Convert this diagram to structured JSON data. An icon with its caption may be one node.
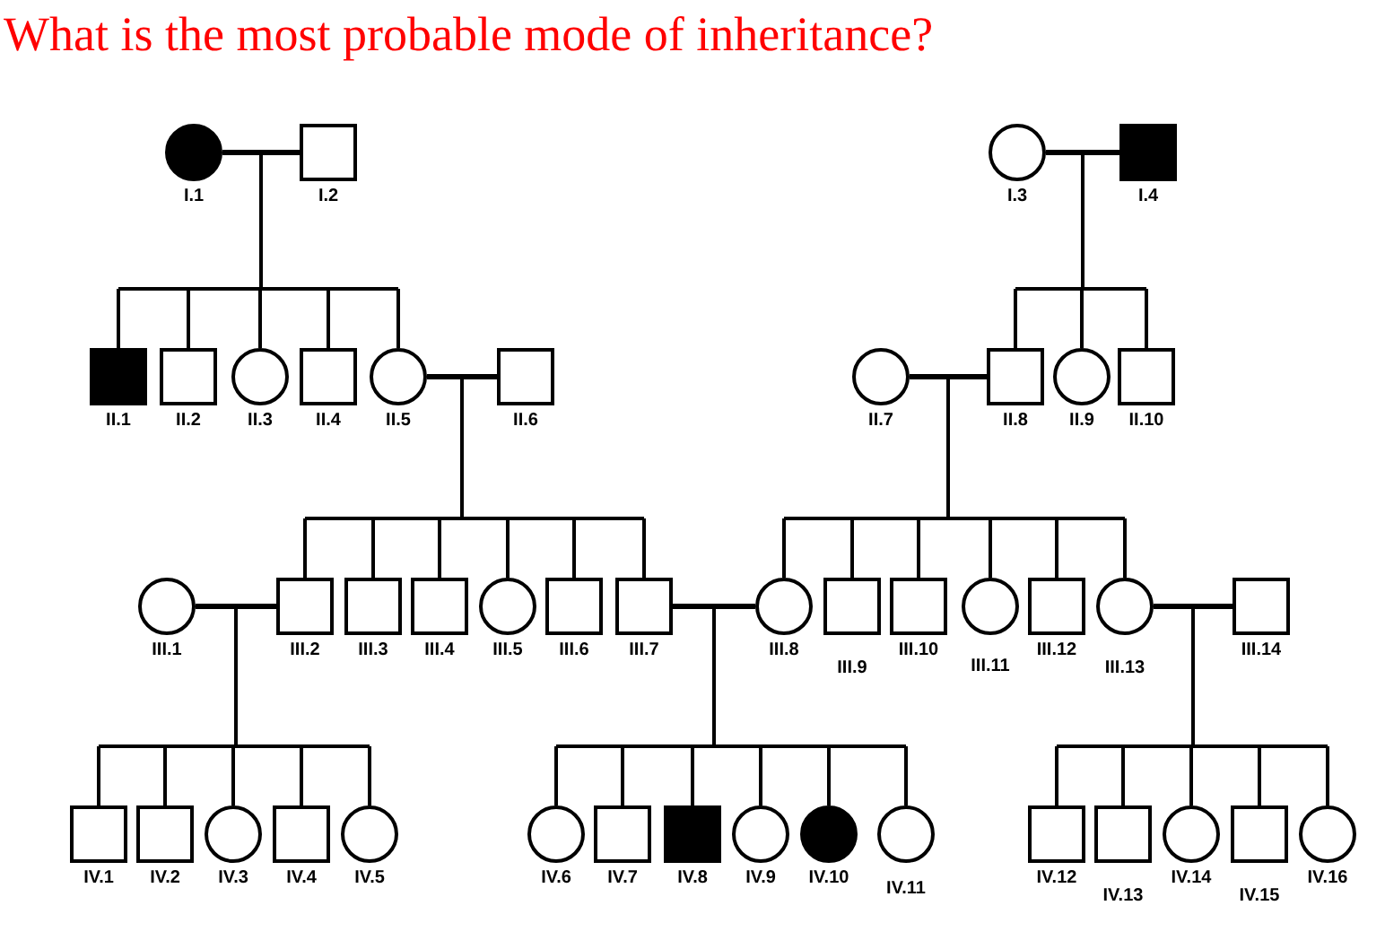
{
  "diagram": {
    "title": "What is the most probable mode of inheritance?",
    "nodes": [
      {
        "text": [
          "I.1"
        ]
      },
      {
        "text": [
          "I.2"
        ]
      },
      {
        "text": [
          "I.3"
        ]
      },
      {
        "text": [
          "I.4"
        ]
      },
      {
        "text": [
          "II.1"
        ]
      },
      {
        "text": [
          "II.2"
        ]
      },
      {
        "text": [
          "II.3"
        ]
      },
      {
        "text": [
          "II.4"
        ]
      },
      {
        "text": [
          "II.5"
        ]
      },
      {
        "text": [
          "II.6"
        ]
      },
      {
        "text": [
          "II.7"
        ]
      },
      {
        "text": [
          "II.8"
        ]
      },
      {
        "text": [
          "II.9"
        ]
      },
      {
        "text": [
          "II.10"
        ]
      },
      {
        "text": [
          "III.1"
        ]
      },
      {
        "text": [
          "III.2"
        ]
      },
      {
        "text": [
          "III.3"
        ]
      },
      {
        "text": [
          "III.4"
        ]
      },
      {
        "text": [
          "III.5"
        ]
      },
      {
        "text": [
          "III.6"
        ]
      },
      {
        "text": [
          "III.7"
        ]
      },
      {
        "text": [
          "III.8"
        ]
      },
      {
        "text": [
          "III.9"
        ]
      },
      {
        "text": [
          "III.10"
        ]
      },
      {
        "text": [
          "III.11"
        ]
      },
      {
        "text": [
          "III.12"
        ]
      },
      {
        "text": [
          "III.13"
        ]
      },
      {
        "text": [
          "III.14"
        ]
      },
      {
        "text": [
          "IV.1"
        ]
      },
      {
        "text": [
          "IV.2"
        ]
      },
      {
        "text": [
          "IV.3"
        ]
      },
      {
        "text": [
          "IV.4"
        ]
      },
      {
        "text": [
          "IV.5"
        ]
      },
      {
        "text": [
          "IV.6"
        ]
      },
      {
        "text": [
          "IV.7"
        ]
      },
      {
        "text": [
          "IV.8"
        ]
      },
      {
        "text": [
          "IV.9"
        ]
      },
      {
        "text": [
          "IV.10"
        ]
      },
      {
        "text": [
          "IV.11"
        ]
      },
      {
        "text": [
          "IV.12"
        ]
      },
      {
        "text": [
          "IV.13"
        ]
      },
      {
        "text": [
          "IV.14"
        ]
      },
      {
        "text": [
          "IV.15"
        ]
      },
      {
        "text": [
          "IV.16"
        ]
      }
    ],
    "edges": [
      {
        "from": 0,
        "to": 1,
        "arrow": "none"
      },
      {
        "from": 0,
        "to": 4,
        "arrow": "none"
      },
      {
        "from": 1,
        "to": 4,
        "arrow": "none"
      },
      {
        "from": 0,
        "to": 5,
        "arrow": "none"
      },
      {
        "from": 1,
        "to": 5,
        "arrow": "none"
      },
      {
        "from": 0,
        "to": 6,
        "arrow": "none"
      },
      {
        "from": 1,
        "to": 6,
        "arrow": "none"
      },
      {
        "from": 0,
        "to": 7,
        "arrow": "none"
      },
      {
        "from": 1,
        "to": 7,
        "arrow": "none"
      },
      {
        "from": 0,
        "to": 8,
        "arrow": "none"
      },
      {
        "from": 1,
        "to": 8,
        "arrow": "none"
      },
      {
        "from": 2,
        "to": 3,
        "arrow": "none"
      },
      {
        "from": 2,
        "to": 11,
        "arrow": "none"
      },
      {
        "from": 3,
        "to": 11,
        "arrow": "none"
      },
      {
        "from": 2,
        "to": 12,
        "arrow": "none"
      },
      {
        "from": 3,
        "to": 12,
        "arrow": "none"
      },
      {
        "from": 2,
        "to": 13,
        "arrow": "none"
      },
      {
        "from": 3,
        "to": 13,
        "arrow": "none"
      },
      {
        "from": 8,
        "to": 9,
        "arrow": "none"
      },
      {
        "from": 8,
        "to": 15,
        "arrow": "none"
      },
      {
        "from": 9,
        "to": 15,
        "arrow": "none"
      },
      {
        "from": 8,
        "to": 16,
        "arrow": "none"
      },
      {
        "from": 9,
        "to": 16,
        "arrow": "none"
      },
      {
        "from": 8,
        "to": 17,
        "arrow": "none"
      },
      {
        "from": 9,
        "to": 17,
        "arrow": "none"
      },
      {
        "from": 8,
        "to": 18,
        "arrow": "none"
      },
      {
        "from": 9,
        "to": 18,
        "arrow": "none"
      },
      {
        "from": 8,
        "to": 19,
        "arrow": "none"
      },
      {
        "from": 9,
        "to": 19,
        "arrow": "none"
      },
      {
        "from": 8,
        "to": 20,
        "arrow": "none"
      },
      {
        "from": 9,
        "to": 20,
        "arrow": "none"
      },
      {
        "from": 10,
        "to": 11,
        "arrow": "none"
      },
      {
        "from": 10,
        "to": 21,
        "arrow": "none"
      },
      {
        "from": 11,
        "to": 21,
        "arrow": "none"
      },
      {
        "from": 10,
        "to": 22,
        "arrow": "none"
      },
      {
        "from": 11,
        "to": 22,
        "arrow": "none"
      },
      {
        "from": 10,
        "to": 23,
        "arrow": "none"
      },
      {
        "from": 11,
        "to": 23,
        "arrow": "none"
      },
      {
        "from": 10,
        "to": 24,
        "arrow": "none"
      },
      {
        "from": 11,
        "to": 24,
        "arrow": "none"
      },
      {
        "from": 10,
        "to": 25,
        "arrow": "none"
      },
      {
        "from": 11,
        "to": 25,
        "arrow": "none"
      },
      {
        "from": 10,
        "to": 26,
        "arrow": "none"
      },
      {
        "from": 11,
        "to": 26,
        "arrow": "none"
      },
      {
        "from": 14,
        "to": 15,
        "arrow": "none"
      },
      {
        "from": 14,
        "to": 28,
        "arrow": "none"
      },
      {
        "from": 15,
        "to": 28,
        "arrow": "none"
      },
      {
        "from": 14,
        "to": 29,
        "arrow": "none"
      },
      {
        "from": 15,
        "to": 29,
        "arrow": "none"
      },
      {
        "from": 14,
        "to": 30,
        "arrow": "none"
      },
      {
        "from": 15,
        "to": 30,
        "arrow": "none"
      },
      {
        "from": 14,
        "to": 31,
        "arrow": "none"
      },
      {
        "from": 15,
        "to": 31,
        "arrow": "none"
      },
      {
        "from": 14,
        "to": 32,
        "arrow": "none"
      },
      {
        "from": 15,
        "to": 32,
        "arrow": "none"
      },
      {
        "from": 20,
        "to": 21,
        "arrow": "none"
      },
      {
        "from": 20,
        "to": 33,
        "arrow": "none"
      },
      {
        "from": 21,
        "to": 33,
        "arrow": "none"
      },
      {
        "from": 20,
        "to": 34,
        "arrow": "none"
      },
      {
        "from": 21,
        "to": 34,
        "arrow": "none"
      },
      {
        "from": 20,
        "to": 35,
        "arrow": "none"
      },
      {
        "from": 21,
        "to": 35,
        "arrow": "none"
      },
      {
        "from": 20,
        "to": 36,
        "arrow": "none"
      },
      {
        "from": 21,
        "to": 36,
        "arrow": "none"
      },
      {
        "from": 20,
        "to": 37,
        "arrow": "none"
      },
      {
        "from": 21,
        "to": 37,
        "arrow": "none"
      },
      {
        "from": 20,
        "to": 38,
        "arrow": "none"
      },
      {
        "from": 21,
        "to": 38,
        "arrow": "none"
      },
      {
        "from": 26,
        "to": 27,
        "arrow": "none"
      },
      {
        "from": 26,
        "to": 39,
        "arrow": "none"
      },
      {
        "from": 27,
        "to": 39,
        "arrow": "none"
      },
      {
        "from": 26,
        "to": 40,
        "arrow": "none"
      },
      {
        "from": 27,
        "to": 40,
        "arrow": "none"
      },
      {
        "from": 26,
        "to": 41,
        "arrow": "none"
      },
      {
        "from": 27,
        "to": 41,
        "arrow": "none"
      },
      {
        "from": 26,
        "to": 42,
        "arrow": "none"
      },
      {
        "from": 27,
        "to": 42,
        "arrow": "none"
      },
      {
        "from": 26,
        "to": 43,
        "arrow": "none"
      },
      {
        "from": 27,
        "to": 43,
        "arrow": "none"
      }
    ]
  }
}
